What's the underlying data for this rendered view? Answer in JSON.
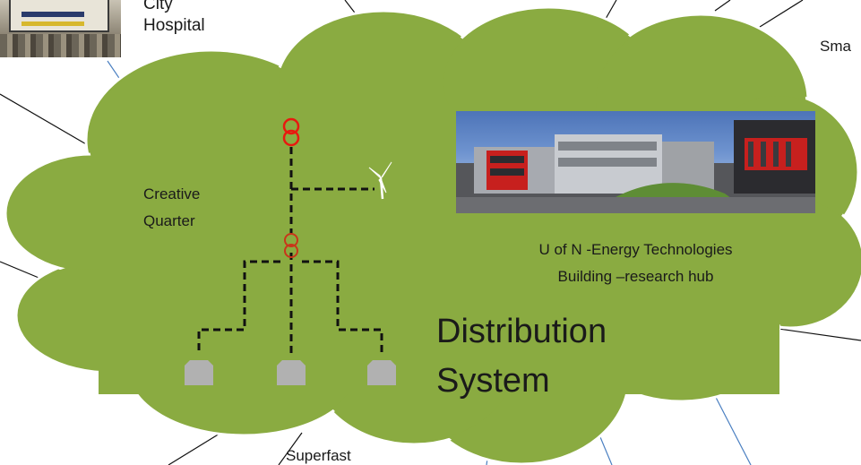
{
  "labels": {
    "city_hospital_line1": "City",
    "city_hospital_line2": "Hospital",
    "creative_quarter_line1": "Creative",
    "creative_quarter_line2": "Quarter",
    "etb_line1": "U of N  -Energy Technologies",
    "etb_line2": "Building –research hub",
    "distribution_line1": "Distribution",
    "distribution_line2": "System",
    "smart_partial": "Sma",
    "superfast_partial": "Superfast"
  },
  "colors": {
    "cloud_fill": "#8aab41",
    "cloud_stroke": "#ffffff",
    "transformer": "#e8190f",
    "feeder_line": "#111111",
    "house": "#b1b1b1",
    "connector_black": "#111111",
    "connector_blue": "#4a7fc1"
  },
  "icons": {
    "transformer_top": "transformer-icon",
    "transformer_mid": "transformer-icon",
    "wind_turbine": "wind-turbine-icon",
    "houses": [
      "house-icon",
      "house-icon",
      "house-icon"
    ]
  }
}
